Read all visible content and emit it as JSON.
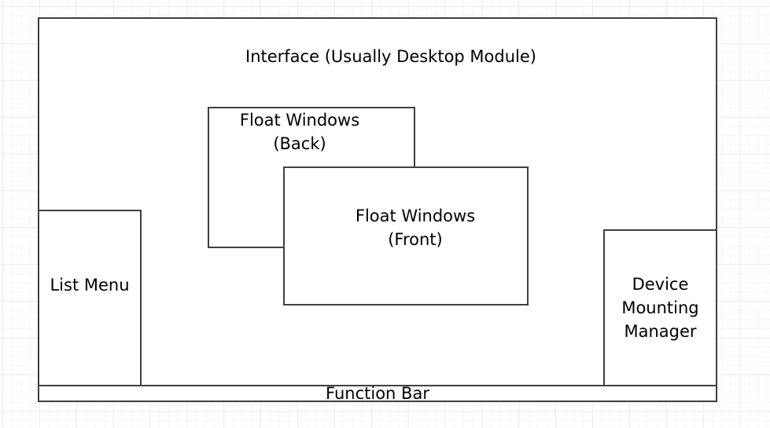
{
  "diagram": {
    "nodes": {
      "interface": {
        "label": "Interface (Usually Desktop Module)"
      },
      "float_back": {
        "label": "Float Windows\n(Back)"
      },
      "float_front": {
        "label": "Float Windows\n(Front)"
      },
      "list_menu": {
        "label": "List Menu"
      },
      "device_manager": {
        "label": "Device\nMounting\nManager"
      },
      "function_bar": {
        "label": "Function Bar"
      }
    },
    "colors": {
      "stroke": "#404040",
      "text": "#000000",
      "fill": "#ffffff",
      "grid_minor": "#f5f5f5",
      "grid_major": "#ebebeb"
    }
  }
}
